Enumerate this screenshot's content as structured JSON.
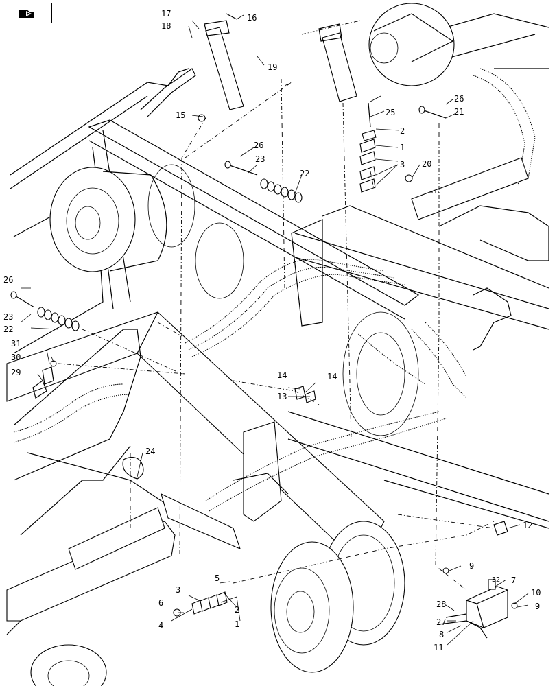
{
  "nav": {
    "icon": "book-arrow-icon"
  },
  "callouts": [
    {
      "id": "c1",
      "text": "1"
    },
    {
      "id": "c2",
      "text": "2"
    },
    {
      "id": "c3",
      "text": "3"
    },
    {
      "id": "c1b",
      "text": "1"
    },
    {
      "id": "c2b",
      "text": "2"
    },
    {
      "id": "c3b",
      "text": "3"
    },
    {
      "id": "c4",
      "text": "4"
    },
    {
      "id": "c5",
      "text": "5"
    },
    {
      "id": "c6",
      "text": "6"
    },
    {
      "id": "c7",
      "text": "7"
    },
    {
      "id": "c8",
      "text": "8"
    },
    {
      "id": "c9",
      "text": "9"
    },
    {
      "id": "c9b",
      "text": "9"
    },
    {
      "id": "c10",
      "text": "10"
    },
    {
      "id": "c11",
      "text": "11"
    },
    {
      "id": "c12",
      "text": "12"
    },
    {
      "id": "c13",
      "text": "13"
    },
    {
      "id": "c14",
      "text": "14"
    },
    {
      "id": "c14b",
      "text": "14"
    },
    {
      "id": "c15",
      "text": "15"
    },
    {
      "id": "c16",
      "text": "16"
    },
    {
      "id": "c17",
      "text": "17"
    },
    {
      "id": "c18",
      "text": "18"
    },
    {
      "id": "c19",
      "text": "19"
    },
    {
      "id": "c20",
      "text": "20"
    },
    {
      "id": "c21",
      "text": "21"
    },
    {
      "id": "c22",
      "text": "22"
    },
    {
      "id": "c22b",
      "text": "22"
    },
    {
      "id": "c23",
      "text": "23"
    },
    {
      "id": "c23b",
      "text": "23"
    },
    {
      "id": "c24",
      "text": "24"
    },
    {
      "id": "c25",
      "text": "25"
    },
    {
      "id": "c26",
      "text": "26"
    },
    {
      "id": "c26b",
      "text": "26"
    },
    {
      "id": "c26c",
      "text": "26"
    },
    {
      "id": "c27",
      "text": "27"
    },
    {
      "id": "c28",
      "text": "28"
    },
    {
      "id": "c29",
      "text": "29"
    },
    {
      "id": "c30",
      "text": "30"
    },
    {
      "id": "c31",
      "text": "31"
    },
    {
      "id": "c32",
      "text": "32"
    }
  ]
}
